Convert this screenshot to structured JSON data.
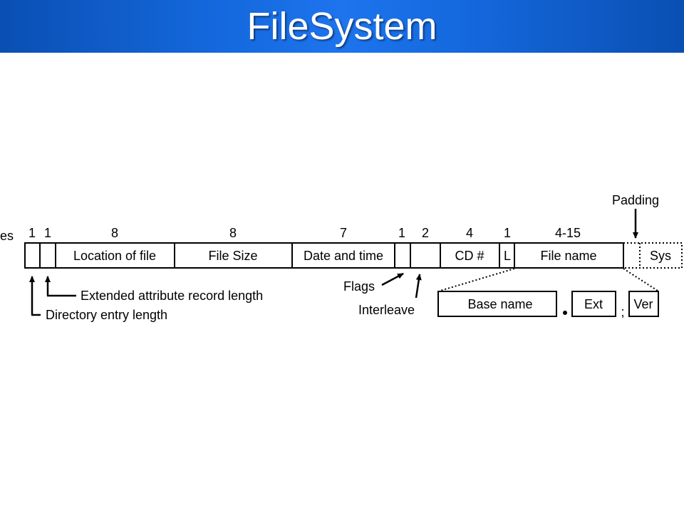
{
  "title": "FileSystem",
  "diagram": {
    "bytes_label": "es",
    "byte_counts": [
      "1",
      "1",
      "8",
      "8",
      "7",
      "1",
      "2",
      "4",
      "1",
      "4-15"
    ],
    "fields": {
      "location": "Location of file",
      "file_size": "File Size",
      "date_time": "Date and time",
      "cd_number": "CD #",
      "l": "L",
      "file_name": "File name",
      "sys": "Sys"
    },
    "callouts": {
      "padding": "Padding",
      "extended_attr": "Extended attribute record length",
      "dir_entry_length": "Directory entry length",
      "flags": "Flags",
      "interleave": "Interleave"
    },
    "filename_parts": {
      "base_name": "Base name",
      "dot": ".",
      "ext": "Ext",
      "semicolon": ";",
      "ver": "Ver"
    }
  }
}
